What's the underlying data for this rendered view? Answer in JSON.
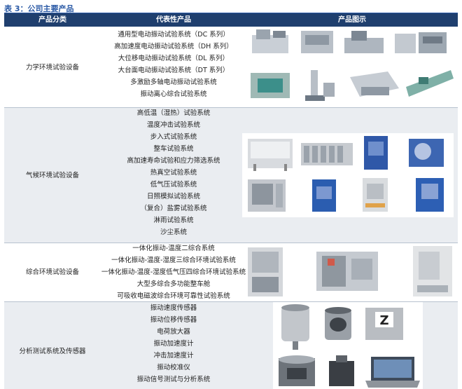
{
  "caption": "表 3：公司主要产品",
  "header": {
    "category": "产品分类",
    "products": "代表性产品",
    "images": "产品图示"
  },
  "rows": [
    {
      "category": "力学环境试验设备",
      "products": [
        "通用型电动振动试验系统（DC 系列）",
        "高加速度电动振动试验系统（DH 系列）",
        "大位移电动振动试验系统（DL 系列）",
        "大台面电动振动试验系统（DT 系列）",
        "多激励多轴电动振动试验系统",
        "振动离心综合试验系统"
      ]
    },
    {
      "category": "气候环境试验设备",
      "products": [
        "高低温（湿热）试验系统",
        "温度冲击试验系统",
        "步入式试验系统",
        "整车试验系统",
        "高加速寿命试验和应力筛选系统",
        "热真空试验系统",
        "低气压试验系统",
        "日照模拟试验系统",
        "（复合）盐雾试验系统",
        "淋雨试验系统",
        "沙尘系统"
      ]
    },
    {
      "category": "综合环境试验设备",
      "products": [
        "一体化振动-温度二综合系统",
        "一体化振动-温度-湿度三综合环境试验系统",
        "一体化振动-温度-湿度低气压四综合环境试验系统",
        "大型多综合多功能整车舱",
        "可吸收电磁波综合环境可靠性试验系统"
      ]
    },
    {
      "category": "分析测试系统及传感器",
      "products": [
        "振动速度传感器",
        "振动位移传感器",
        "电荷放大器",
        "振动加速度计",
        "冲击加速度计",
        "振动校准仪",
        "振动信号测试与分析系统"
      ]
    }
  ]
}
